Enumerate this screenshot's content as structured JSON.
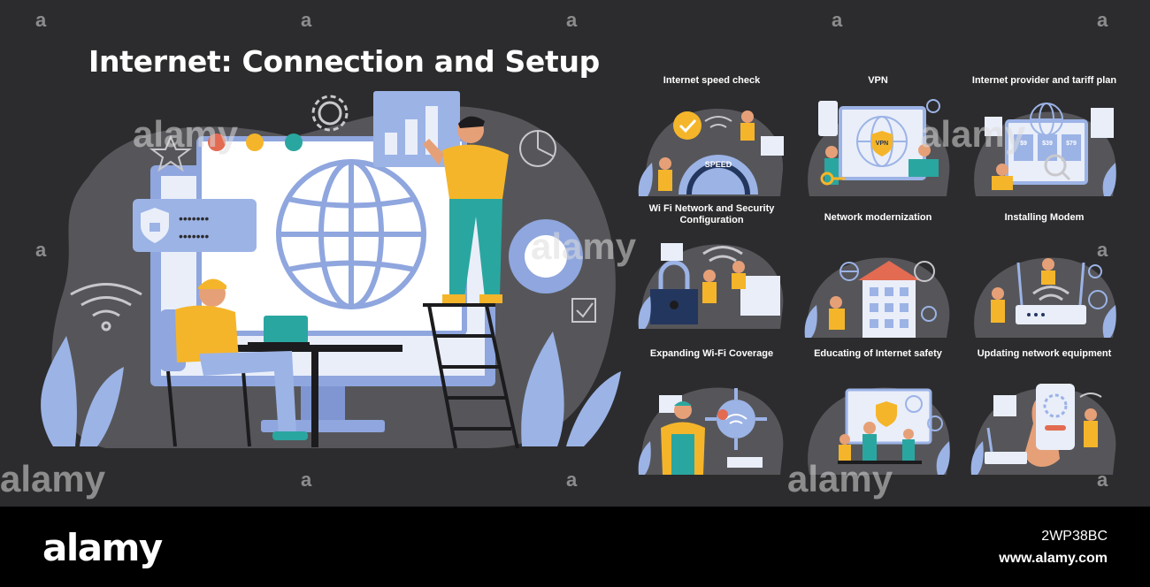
{
  "title": "Internet: Connection and Setup",
  "hero": {
    "login_mask_1": "•••••••",
    "login_mask_2": "•••••••",
    "icons": [
      "shield-lock-icon",
      "globe-icon",
      "gear-icon",
      "wifi-icon",
      "checkbox-icon",
      "pie-chart-icon",
      "star-icon",
      "laptop-icon",
      "ladder-icon",
      "bar-chart-icon"
    ]
  },
  "panels": [
    {
      "title": "Internet speed check",
      "gauge_label": "SPEED"
    },
    {
      "title": "VPN",
      "badge": "VPN"
    },
    {
      "title": "Internet provider and tariff plan",
      "prices": [
        "$9",
        "$39",
        "$79"
      ]
    },
    {
      "title": "Wi Fi Network and Security Configuration"
    },
    {
      "title": "Network modernization"
    },
    {
      "title": "Installing Modem"
    },
    {
      "title": "Expanding Wi-Fi Coverage"
    },
    {
      "title": "Educating of Internet safety"
    },
    {
      "title": "Updating network equipment"
    }
  ],
  "watermark": {
    "word": "alamy",
    "mark": "a"
  },
  "footer": {
    "logo": "alamy",
    "image_id": "2WP38BC",
    "url": "www.alamy.com"
  },
  "colors": {
    "background": "#2c2c2e",
    "blob": "#56565a",
    "accent_blue": "#9cb3e6",
    "yellow": "#f5b52a",
    "teal": "#2aa6a0",
    "navy": "#23365e"
  }
}
